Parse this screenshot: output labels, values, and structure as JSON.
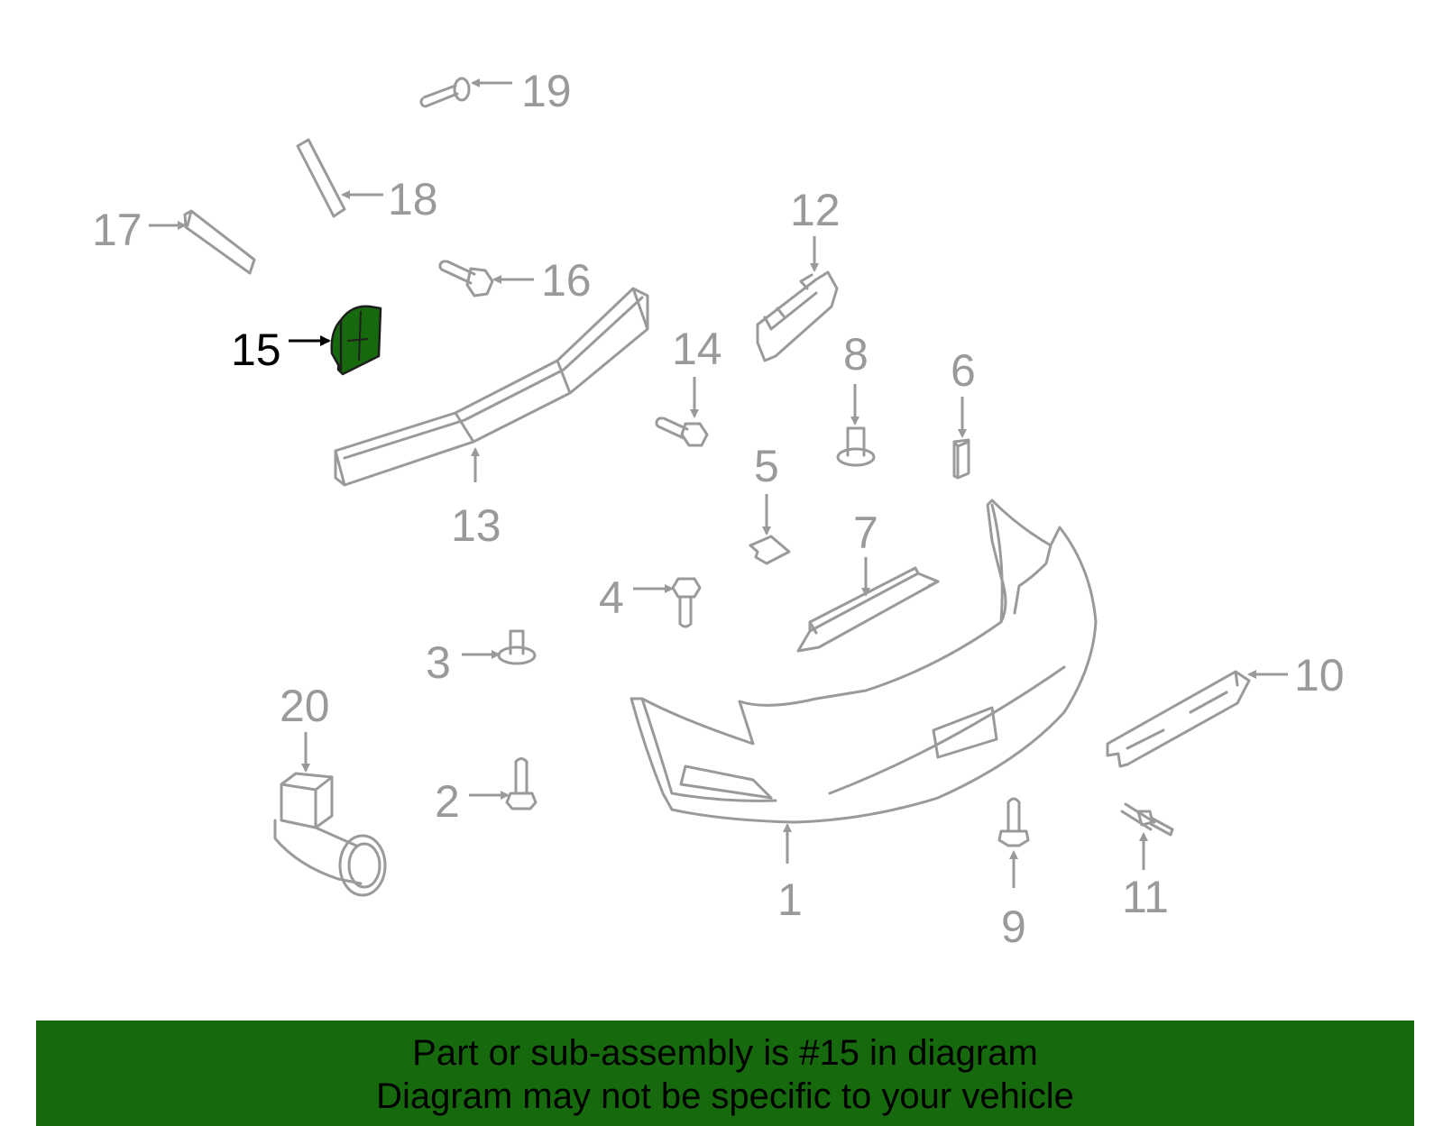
{
  "callouts": {
    "c1": "1",
    "c2": "2",
    "c3": "3",
    "c4": "4",
    "c5": "5",
    "c6": "6",
    "c7": "7",
    "c8": "8",
    "c9": "9",
    "c10": "10",
    "c11": "11",
    "c12": "12",
    "c13": "13",
    "c14": "14",
    "c15": "15",
    "c16": "16",
    "c17": "17",
    "c18": "18",
    "c19": "19",
    "c20": "20"
  },
  "highlight": {
    "part": "15",
    "color": "#166a0d"
  },
  "colors": {
    "linework": "#9a9a9a",
    "banner": "#166a0d"
  },
  "banner": {
    "line1": "Part or sub-assembly is #15 in diagram",
    "line2": "Diagram may not be specific to your vehicle"
  }
}
